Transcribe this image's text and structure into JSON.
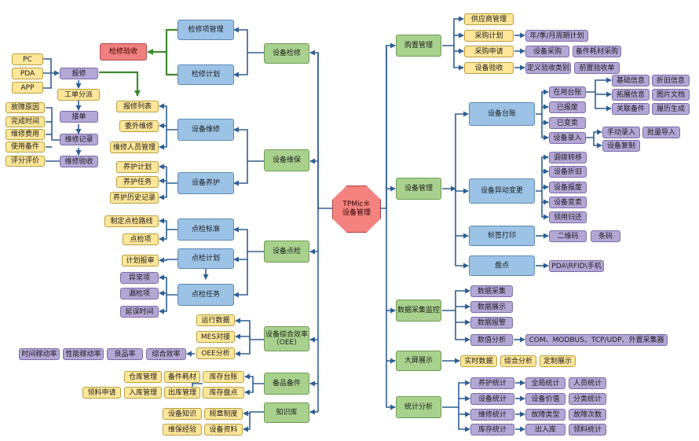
{
  "center": {
    "label": "TPMic®\n设备管理"
  },
  "left": {
    "inspection": {
      "main": "设备检修",
      "items": [
        "检修项管理",
        "检修计划"
      ],
      "acceptance": "检修验收"
    },
    "repair_flow": {
      "channels": [
        "PC",
        "PDA",
        "APP"
      ],
      "report": "报修",
      "dispatch": "工单分派",
      "accept": "接单",
      "record": "维修记录",
      "check": "维修验收",
      "record_fields": [
        "故障原因",
        "完成时间",
        "维修费用",
        "使用备件"
      ],
      "evaluation": "评分评价"
    },
    "maintain": {
      "main": "设备维保",
      "repair": "设备维修",
      "repair_items": [
        "报修列表",
        "委外维修",
        "维修人员管理"
      ],
      "upkeep": "设备养护",
      "upkeep_items": [
        "养护计划",
        "养护任务",
        "养护历史记录"
      ]
    },
    "spot_check": {
      "main": "设备点检",
      "standard": "点检标准",
      "standard_items": [
        "制定点检路线",
        "点检项"
      ],
      "plan": "点检计划",
      "plan_item": "计划报审",
      "task": "点检任务",
      "task_items": [
        "异常项",
        "漏检项",
        "延误时间"
      ]
    },
    "oee": {
      "main": "设备综合效率\n（OEE）",
      "items": [
        "运行数据",
        "MES对接",
        "OEE分析"
      ],
      "analysis_items": [
        "时间稼动率",
        "性能稼动率",
        "良品率",
        "综合效率"
      ]
    },
    "spare": {
      "main": "备品备件",
      "stock": "库存台账",
      "row1": [
        "仓库管理",
        "备件耗材"
      ],
      "row2": [
        "领料申请",
        "入库管理",
        "出库管理",
        "库存盘点"
      ]
    },
    "knowledge": {
      "main": "知识库",
      "items": [
        "设备知识",
        "规章制度",
        "维保经验",
        "设备资料"
      ]
    }
  },
  "right": {
    "purchase": {
      "main": "购置管理",
      "items": [
        "供应商管理",
        "采购计划",
        "采购申请",
        "设备验收"
      ],
      "plan_detail": "年/季/月周期计划",
      "apply_detail": [
        "设备采购",
        "备件耗材采购"
      ],
      "accept_detail": [
        "定义验收类别",
        "前置验收单"
      ]
    },
    "equipment": {
      "main": "设备管理",
      "ledger": "设备台账",
      "ledger_items": [
        "在用台账",
        "已报废",
        "已变卖",
        "设备录入"
      ],
      "ledger_detail": [
        "基础信息",
        "折旧信息",
        "拓展信息",
        "图片文档",
        "关联备件",
        "履历生成"
      ],
      "entry_detail": [
        "手动录入",
        "批量导入",
        "设备复制"
      ],
      "change": "设备异动变更",
      "change_items": [
        "调拨转移",
        "设备折旧",
        "设备报废",
        "设备变卖",
        "领用归还"
      ],
      "label": "标签打印",
      "label_items": [
        "二维码",
        "条码"
      ],
      "inventory": "盘点",
      "inventory_item": "PDA\\RFID\\手机"
    },
    "data": {
      "main": "数据采集监控",
      "items": [
        "数据采集",
        "数据展示",
        "数据报警",
        "数值分析"
      ],
      "protocols": "COM、MODBUS、TCP/UDP、外置采集器"
    },
    "screen": {
      "main": "大屏展示",
      "items": [
        "实时数据",
        "综合分析",
        "定制展示"
      ]
    },
    "stats": {
      "main": "统计分析",
      "items": [
        "养护统计",
        "设备统计",
        "维修统计",
        "库存统计"
      ],
      "details": [
        [
          "全局统计",
          "人员统计"
        ],
        [
          "设备价值",
          "分类统计"
        ],
        [
          "故障类型",
          "故障次数"
        ],
        [
          "出入库",
          "领料统计"
        ]
      ]
    }
  }
}
